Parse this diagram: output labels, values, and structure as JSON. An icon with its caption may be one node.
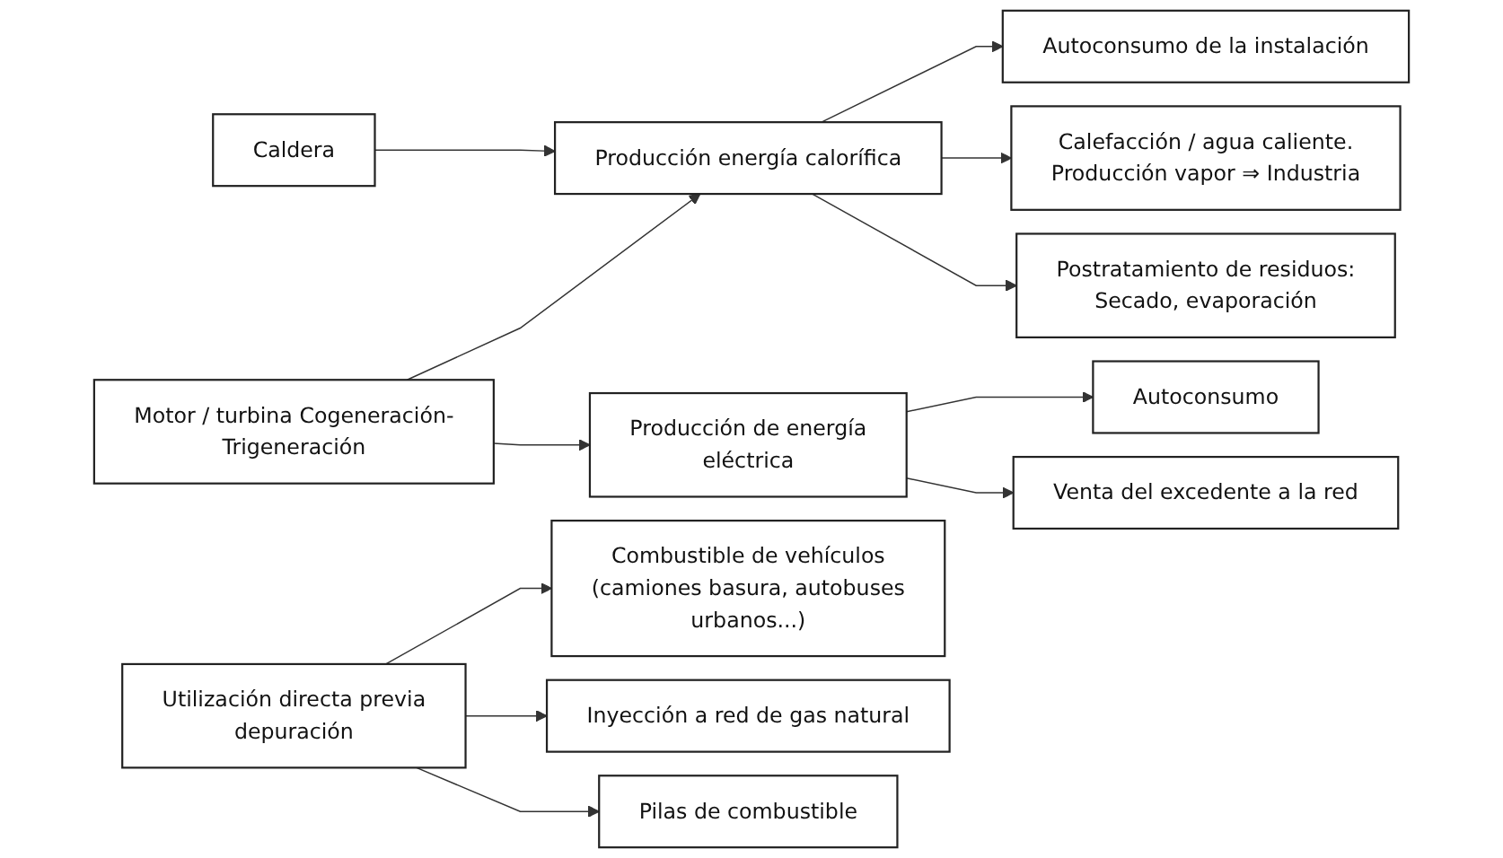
{
  "diagram": {
    "nodes": [
      {
        "text": [
          "Caldera"
        ]
      },
      {
        "text": [
          "Motor / turbina Cogeneración- Trigeneración"
        ]
      },
      {
        "text": [
          "Producción energía calorífica"
        ]
      },
      {
        "text": [
          "Producción de energía eléctrica"
        ]
      },
      {
        "text": [
          "Autoconsumo de la instalación"
        ]
      },
      {
        "text": [
          "Calefacción / agua caliente. Producción vapor ⇒ Industria"
        ]
      },
      {
        "text": [
          "Postratamiento de residuos: Secado, evaporación"
        ]
      },
      {
        "text": [
          "Autoconsumo"
        ]
      },
      {
        "text": [
          "Venta del excedente a la red"
        ]
      },
      {
        "text": [
          "Utilización directa previa depuración"
        ]
      },
      {
        "text": [
          "Combustible de vehículos (camiones basura, autobuses urbanos...)"
        ]
      },
      {
        "text": [
          "Inyección a red de gas natural"
        ]
      },
      {
        "text": [
          "Pilas de combustible"
        ]
      }
    ],
    "edges": [
      {
        "from": 0,
        "to": 2,
        "arrow": "to"
      },
      {
        "from": 1,
        "to": 2,
        "arrow": "to"
      },
      {
        "from": 1,
        "to": 3,
        "arrow": "to"
      },
      {
        "from": 2,
        "to": 4,
        "arrow": "to"
      },
      {
        "from": 2,
        "to": 5,
        "arrow": "to"
      },
      {
        "from": 2,
        "to": 6,
        "arrow": "to"
      },
      {
        "from": 3,
        "to": 7,
        "arrow": "to"
      },
      {
        "from": 3,
        "to": 8,
        "arrow": "to"
      },
      {
        "from": 9,
        "to": 10,
        "arrow": "to"
      },
      {
        "from": 9,
        "to": 11,
        "arrow": "to"
      },
      {
        "from": 9,
        "to": 12,
        "arrow": "to"
      }
    ]
  }
}
